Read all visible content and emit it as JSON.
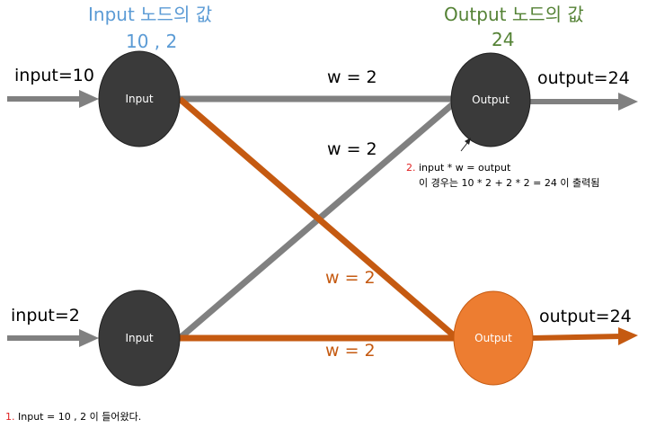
{
  "header": {
    "input_title": "Input 노드의 값",
    "input_values": "10 , 2",
    "output_title": "Output 노드의 값",
    "output_value": "24"
  },
  "labels": {
    "input_top": "input=10",
    "input_bottom": "input=2",
    "output_top": "output=24",
    "output_bottom": "output=24"
  },
  "nodes": {
    "input_top": "Input",
    "input_bottom": "Input",
    "output_top": "Output",
    "output_bottom": "Output"
  },
  "weights": {
    "top_straight": "w = 2",
    "cross_to_top": "w = 2",
    "cross_to_bottom": "w = 2",
    "bottom_straight": "w = 2"
  },
  "notes": {
    "note2_num": "2.",
    "note2_line1": "input * w = output",
    "note2_line2": "이 경우는 10 * 2 + 2 * 2 = 24 이 출력됨",
    "note1_num": "1.",
    "note1_text": "Input = 10 , 2 이 들어왔다."
  },
  "colors": {
    "gray_edge": "#808080",
    "orange_edge": "#C55A11",
    "dark_node": "#3A3A3A",
    "orange_node": "#ED7D31",
    "blue_header": "#5B9BD5",
    "green_header": "#548235",
    "red_number": "#E02020"
  }
}
